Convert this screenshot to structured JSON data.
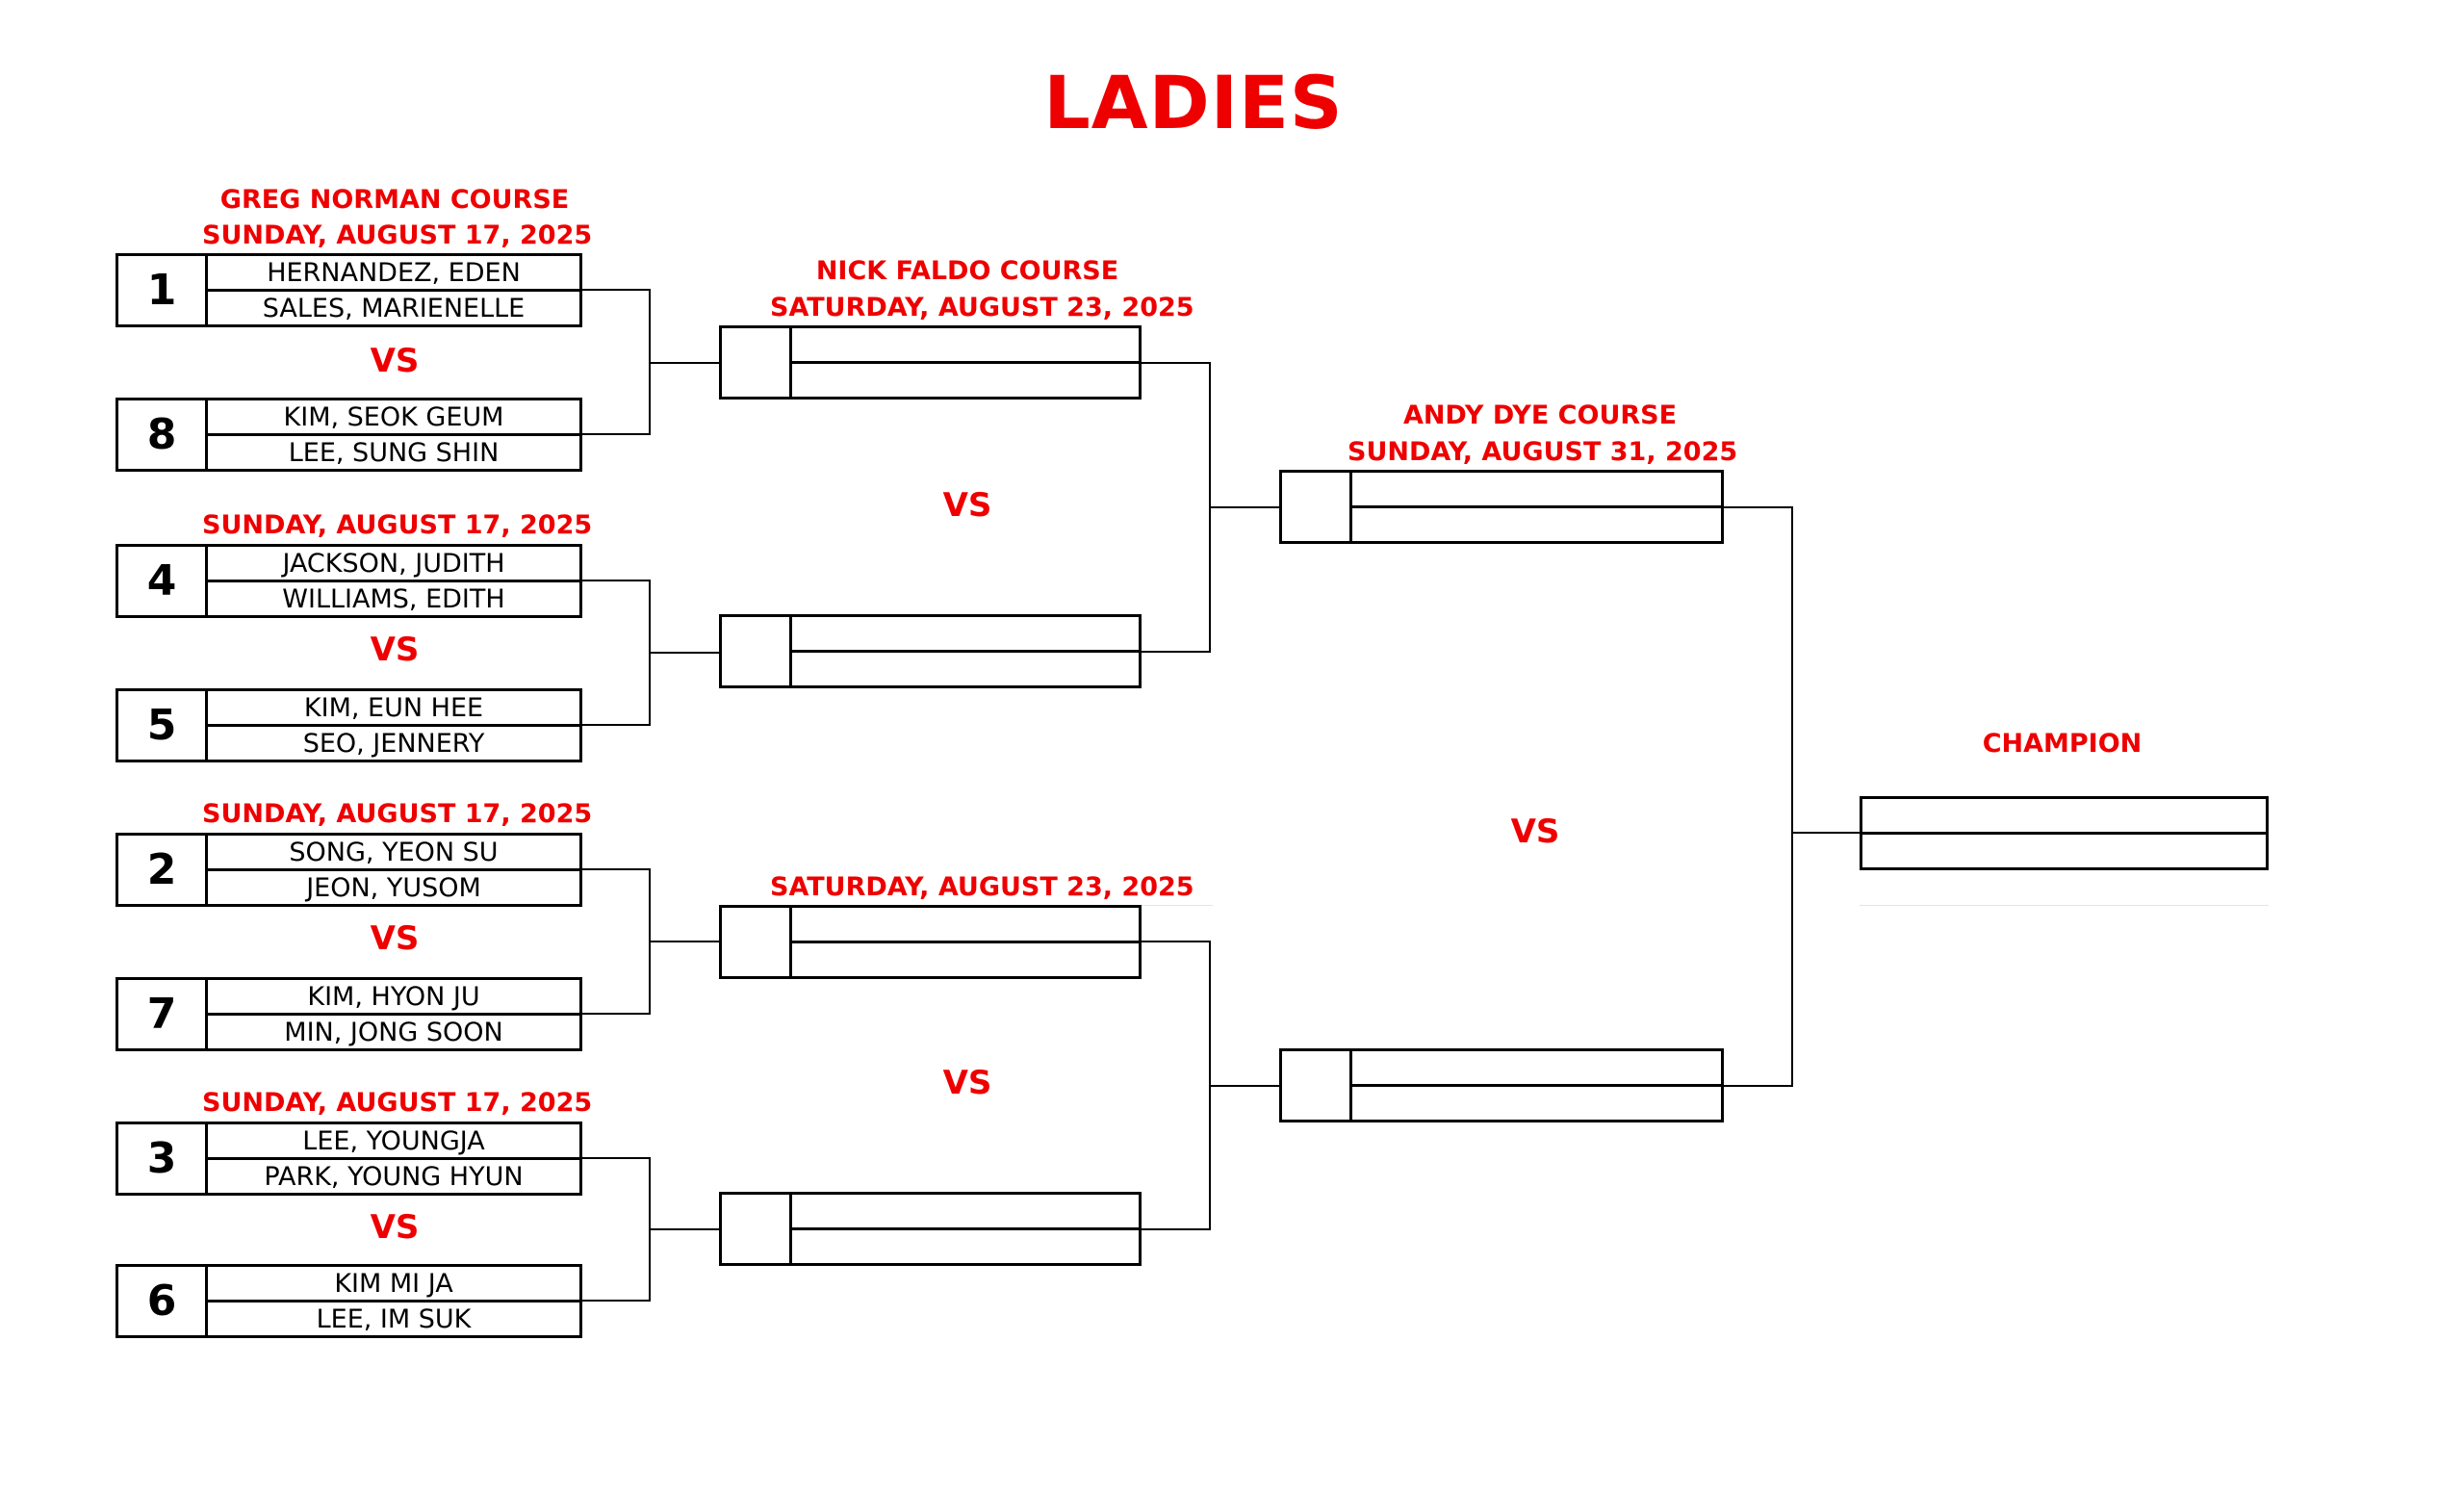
{
  "title": "LADIES",
  "round1": {
    "course": "GREG NORMAN COURSE",
    "matches": [
      {
        "date": "SUNDAY, AUGUST 17, 2025",
        "vs": "VS",
        "top": {
          "seed": "1",
          "players": [
            "HERNANDEZ, EDEN",
            "SALES, MARIENELLE"
          ]
        },
        "bottom": {
          "seed": "8",
          "players": [
            "KIM, SEOK GEUM",
            "LEE, SUNG SHIN"
          ]
        }
      },
      {
        "date": "SUNDAY, AUGUST 17, 2025",
        "vs": "VS",
        "top": {
          "seed": "4",
          "players": [
            "JACKSON, JUDITH",
            "WILLIAMS, EDITH"
          ]
        },
        "bottom": {
          "seed": "5",
          "players": [
            "KIM, EUN HEE",
            "SEO, JENNERY"
          ]
        }
      },
      {
        "date": "SUNDAY, AUGUST 17, 2025",
        "vs": "VS",
        "top": {
          "seed": "2",
          "players": [
            "SONG, YEON SU",
            "JEON, YUSOM"
          ]
        },
        "bottom": {
          "seed": "7",
          "players": [
            "KIM, HYON JU",
            "MIN, JONG SOON"
          ]
        }
      },
      {
        "date": "SUNDAY, AUGUST 17, 2025",
        "vs": "VS",
        "top": {
          "seed": "3",
          "players": [
            "LEE, YOUNGJA",
            "PARK, YOUNG HYUN"
          ]
        },
        "bottom": {
          "seed": "6",
          "players": [
            "KIM MI JA",
            "LEE, IM SUK"
          ]
        }
      }
    ]
  },
  "round2": {
    "course": "NICK FALDO COURSE",
    "date_top": "SATURDAY, AUGUST 23, 2025",
    "date_bottom": "SATURDAY, AUGUST 23, 2025",
    "vs_top": "VS",
    "vs_bottom": "VS"
  },
  "round3": {
    "course": "ANDY DYE COURSE",
    "date": "SUNDAY, AUGUST 31, 2025",
    "vs": "VS"
  },
  "champion": {
    "label": "CHAMPION"
  },
  "colors": {
    "accent": "#ee0000",
    "line": "#000000"
  }
}
